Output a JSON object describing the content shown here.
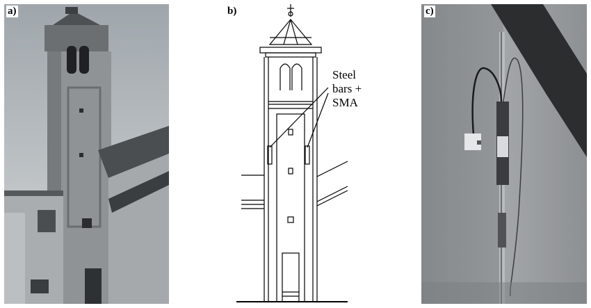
{
  "panels": {
    "a": {
      "label": "a)"
    },
    "b": {
      "label": "b)",
      "annotation": {
        "line1": "Steel",
        "line2": "bars +",
        "line3": "SMA"
      }
    },
    "c": {
      "label": "c)"
    }
  },
  "colors": {
    "ink": "#000000",
    "photo_sky": "#bfc4c7",
    "photo_wall": "#8b8d8f"
  }
}
